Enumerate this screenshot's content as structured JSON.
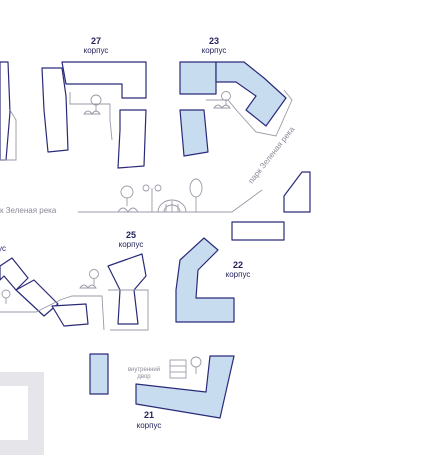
{
  "colors": {
    "outline": "#2a2a7a",
    "selected_fill": "#c8dcf0",
    "deco": "#9a9aa8",
    "label": "#23235e"
  },
  "buildings": {
    "b27": {
      "number": "27",
      "label": "корпус"
    },
    "b23": {
      "number": "23",
      "label": "корпус"
    },
    "b25": {
      "number": "25",
      "label": "корпус"
    },
    "b22": {
      "number": "22",
      "label": "корпус"
    },
    "b21": {
      "number": "21",
      "label": "корпус"
    },
    "b_left_partial": {
      "label": "ус"
    }
  },
  "park_labels": {
    "left": "к Зеленая река",
    "diagonal": "парк Зеленая река"
  },
  "courtyard": {
    "line1": "внутренний",
    "line2": "двор"
  }
}
